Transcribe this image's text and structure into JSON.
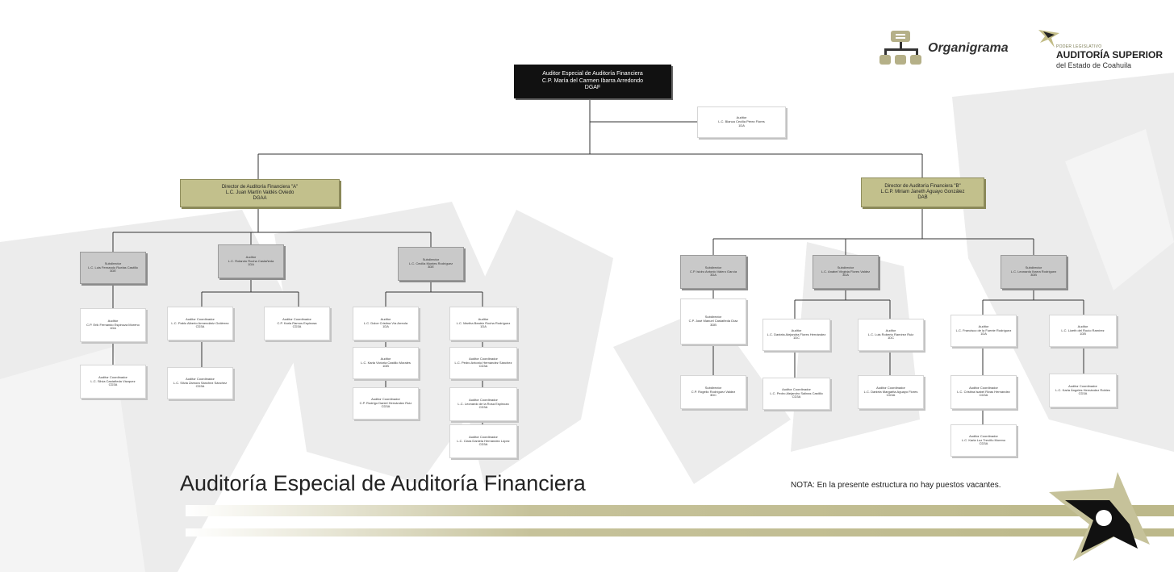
{
  "header": {
    "organigrama_label": "Organigrama",
    "logo_top": "PODER LEGISLATIVO",
    "logo_main": "AUDITORÍA SUPERIOR",
    "logo_sub": "del Estado de Coahuila"
  },
  "title": "Auditoría Especial de Auditoría Financiera",
  "note": "NOTA: En la presente estructura no hay puestos vacantes.",
  "colors": {
    "olive": "#c2c08c",
    "gray": "#c9c9c9",
    "black": "#111111",
    "band": "#c6c29a"
  },
  "nodes": {
    "top": {
      "l1": "Auditor Especial de Auditoría Financiera",
      "l2": "C.P. María del Carmen Ibarra Arredondo",
      "l3": "DGAF"
    },
    "top_aux": {
      "l1": "Auditor",
      "l2": "L.C. Blanca Cecilia Pérez Flores",
      "l3": "1DA"
    },
    "dir_a": {
      "l1": "Director de Auditoría Financiera \"A\"",
      "l2": "L.C. Juan Martín Valdés Oviedo",
      "l3": "DGAA"
    },
    "dir_b": {
      "l1": "Director de Auditoría Financiera \"B\"",
      "l2": "L.C.P. Miriam Janeth Aguayo González",
      "l3": "DAB"
    },
    "a1": {
      "l1": "Subdirector",
      "l2": "L.C. Luis Fernando Ruelas Castillo",
      "l3": "3DE"
    },
    "a2": {
      "l1": "Auditor",
      "l2": "L.C. Rolando Rocha Castañeda",
      "l3": "1DA"
    },
    "a3": {
      "l1": "Subdirector",
      "l2": "L.C. Cecilia Montes Rodríguez",
      "l3": "3DE"
    },
    "a1c1": {
      "l1": "Auditor",
      "l2": "C.P. Erik Fernando Espinoza Moreno",
      "l3": "1DA"
    },
    "a1c2": {
      "l1": "Auditor Coordinador",
      "l2": "L.C. Silvia Castañeda Vázquez",
      "l3": "CD3A"
    },
    "a2c1": {
      "l1": "Auditor Coordinador",
      "l2": "L.C. Pablo Alberto Armendáriz Gutiérrez",
      "l3": "CD3A"
    },
    "a2c2": {
      "l1": "Auditor Coordinador",
      "l2": "C.P. Karla Ramos Espinosa",
      "l3": "CD3A"
    },
    "a2c3": {
      "l1": "Auditor Coordinador",
      "l2": "L.C. Silvia Zamora Sánchez Sánchez",
      "l3": "CD3A"
    },
    "a3l1": {
      "l1": "Auditor",
      "l2": "L.C. Dulce Cristina Vía Arreola",
      "l3": "1DA"
    },
    "a3l2": {
      "l1": "Auditor",
      "l2": "L.C. Karla Victoria Castillo Morales",
      "l3": "1DB"
    },
    "a3l3": {
      "l1": "Auditor Coordinador",
      "l2": "C.P. Rodrigo Daniel Hernández Ruiz",
      "l3": "CD3A"
    },
    "a3r1": {
      "l1": "Auditor",
      "l2": "L.C. Martha Beatriz Rocha Rodríguez",
      "l3": "1DA"
    },
    "a3r2": {
      "l1": "Auditor Coordinador",
      "l2": "L.C. Pedro Antonio Hernández Sánchez",
      "l3": "CD3A"
    },
    "a3r3": {
      "l1": "Auditor Coordinador",
      "l2": "L.C. Leonardo de la Rosa Espinoza",
      "l3": "CD3A"
    },
    "a3r4": {
      "l1": "Auditor Coordinador",
      "l2": "L.C. Clara Daniela Hernández López",
      "l3": "CD3A"
    },
    "b1": {
      "l1": "Subdirector",
      "l2": "C.P. Isidro Antonio Valero García",
      "l3": "3DA"
    },
    "b2": {
      "l1": "Subdirector",
      "l2": "L.C. Anabel Virginia Flores Valdez",
      "l3": "3DA"
    },
    "b3": {
      "l1": "Subdirector",
      "l2": "L.C. Leonardo Ibarra Rodríguez",
      "l3": "3DB"
    },
    "b1c1": {
      "l1": "Subdirector",
      "l2": "C.P. José Manuel Castañeda Díaz",
      "l3": "3DB"
    },
    "b1c2": {
      "l1": "Subdirector",
      "l2": "C.P. Rogelio Rodríguez Valdez",
      "l3": "3DC"
    },
    "b2l1": {
      "l1": "Auditor",
      "l2": "L.C. Daniela Alejandra Flores Hernández",
      "l3": "1DC"
    },
    "b2l2": {
      "l1": "Auditor Coordinador",
      "l2": "L.C. Pedro Alejandro Salinas Castillo",
      "l3": "CD3A"
    },
    "b2r1": {
      "l1": "Auditor",
      "l2": "L.C. Luis Roberto Ramírez Ruiz",
      "l3": "1DC"
    },
    "b2r2": {
      "l1": "Auditor Coordinador",
      "l2": "L.C. Daniela Margarita Aguayo Flores",
      "l3": "CD3A"
    },
    "b3l1": {
      "l1": "Auditor",
      "l2": "L.C. Francisco de la Fuente Rodríguez",
      "l3": "1DA"
    },
    "b3l2": {
      "l1": "Auditor Coordinador",
      "l2": "L.C. Cristina Isabel Rivas Hernández",
      "l3": "CD3A"
    },
    "b3l3": {
      "l1": "Auditor Coordinador",
      "l2": "L.C. Karla Luz Treviño Moreno",
      "l3": "CD3A"
    },
    "b3r1": {
      "l1": "Auditor",
      "l2": "L.C. Lizeth del Rocío Ramírez",
      "l3": "1DB"
    },
    "b3r2": {
      "l1": "Auditor Coordinador",
      "l2": "L.C. Karla Ángeles Hernández Robles",
      "l3": "CD3A"
    }
  }
}
